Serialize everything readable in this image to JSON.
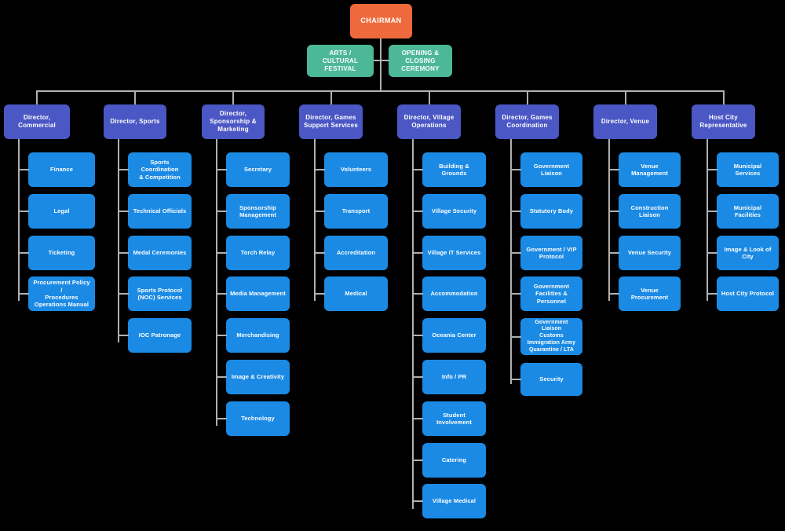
{
  "chart_data": {
    "type": "diagram",
    "title": "Games Organising Committee Organisation Chart",
    "root": {
      "label": "CHAIRMAN",
      "color": "#ee6a3c"
    },
    "support_units": [
      {
        "label": "ARTS / CULTURAL\nFESTIVAL",
        "color": "#4db898"
      },
      {
        "label": "OPENING &\nCLOSING\nCEREMONY",
        "color": "#4db898"
      }
    ],
    "director_color": "#4a57c4",
    "leaf_color": "#1b8ae4",
    "line_color": "#b0b0b0",
    "background": "#000000",
    "columns": [
      {
        "director": "Director, Commercial",
        "children": [
          "Finance",
          "Legal",
          "Ticketing",
          "Procurement Policy /\nProcedures\nOperations Manual"
        ]
      },
      {
        "director": "Director, Sports",
        "children": [
          "Sports Coordination\n& Competition",
          "Technical Officials",
          "Medal Ceremonies",
          "Sports Protocol\n(NOC) Services",
          "IOC Patronage"
        ]
      },
      {
        "director": "Director,\nSponsorship &\nMarketing",
        "children": [
          "Secretary",
          "Sponsorship\nManagement",
          "Torch Relay",
          "Media Management",
          "Merchandising",
          "Image & Creativity",
          "Technology"
        ]
      },
      {
        "director": "Director, Games\nSupport Services",
        "children": [
          "Volunteers",
          "Transport",
          "Accreditation",
          "Medical"
        ]
      },
      {
        "director": "Director, Village\nOperations",
        "children": [
          "Building & Grounds",
          "Village Security",
          "Village IT Services",
          "Accommodation",
          "Oceania Center",
          "Info / PR",
          "Student Involvement",
          "Catering",
          "Village Medical"
        ]
      },
      {
        "director": "Director, Games\nCoordination",
        "children": [
          "Government Liaison",
          "Statutory Body",
          "Government / VIP\nProtocol",
          "Government\nFacilities &\nPersonnel",
          "Government Liaison\nCustoms\nImmigration Army\nQuarantine / LTA",
          "Security"
        ]
      },
      {
        "director": "Director, Venue",
        "children": [
          "Venue Management",
          "Construction Liaison",
          "Venue Security",
          "Venue Procurement"
        ]
      },
      {
        "director": "Host City\nRepresentative",
        "children": [
          "Municipal Services",
          "Municipal Facilities",
          "Image & Look of City",
          "Host City Protocol"
        ]
      }
    ]
  }
}
